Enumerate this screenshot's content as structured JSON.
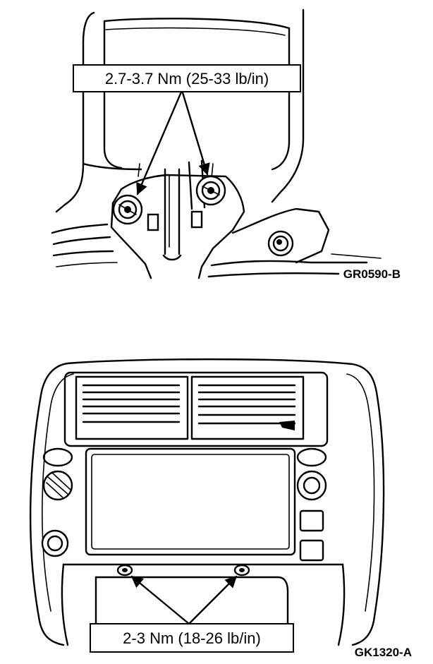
{
  "top_figure": {
    "torque_label": "2.7-3.7 Nm (25-33 lb/in)",
    "figure_id": "GR0590-B"
  },
  "bottom_figure": {
    "torque_label": "2-3 Nm (18-26 lb/in)",
    "figure_id": "GK1320-A"
  },
  "colors": {
    "ink": "#000000",
    "paper": "#ffffff"
  }
}
